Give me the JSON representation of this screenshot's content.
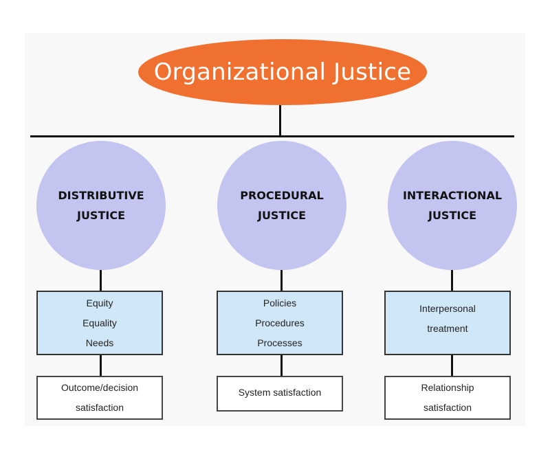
{
  "title": "Organizational Justice",
  "branches": [
    {
      "heading": [
        "DISTRIBUTIVE",
        "JUSTICE"
      ],
      "items": [
        "Equity",
        "Equality",
        "Needs"
      ],
      "outcome": [
        "Outcome/decision",
        "satisfaction"
      ]
    },
    {
      "heading": [
        "PROCEDURAL",
        "JUSTICE"
      ],
      "items": [
        "Policies",
        "Procedures",
        "Processes"
      ],
      "outcome": [
        "System satisfaction"
      ]
    },
    {
      "heading": [
        "INTERACTIONAL",
        "JUSTICE"
      ],
      "items": [
        "Interpersonal",
        "treatment"
      ],
      "outcome": [
        "Relationship",
        "satisfaction"
      ]
    }
  ],
  "colors": {
    "title_fill": "#f07030",
    "circle_fill": "#c4c4f0",
    "box_fill": "#cfe7f7",
    "outcome_fill": "#ffffff",
    "line": "#111111"
  }
}
